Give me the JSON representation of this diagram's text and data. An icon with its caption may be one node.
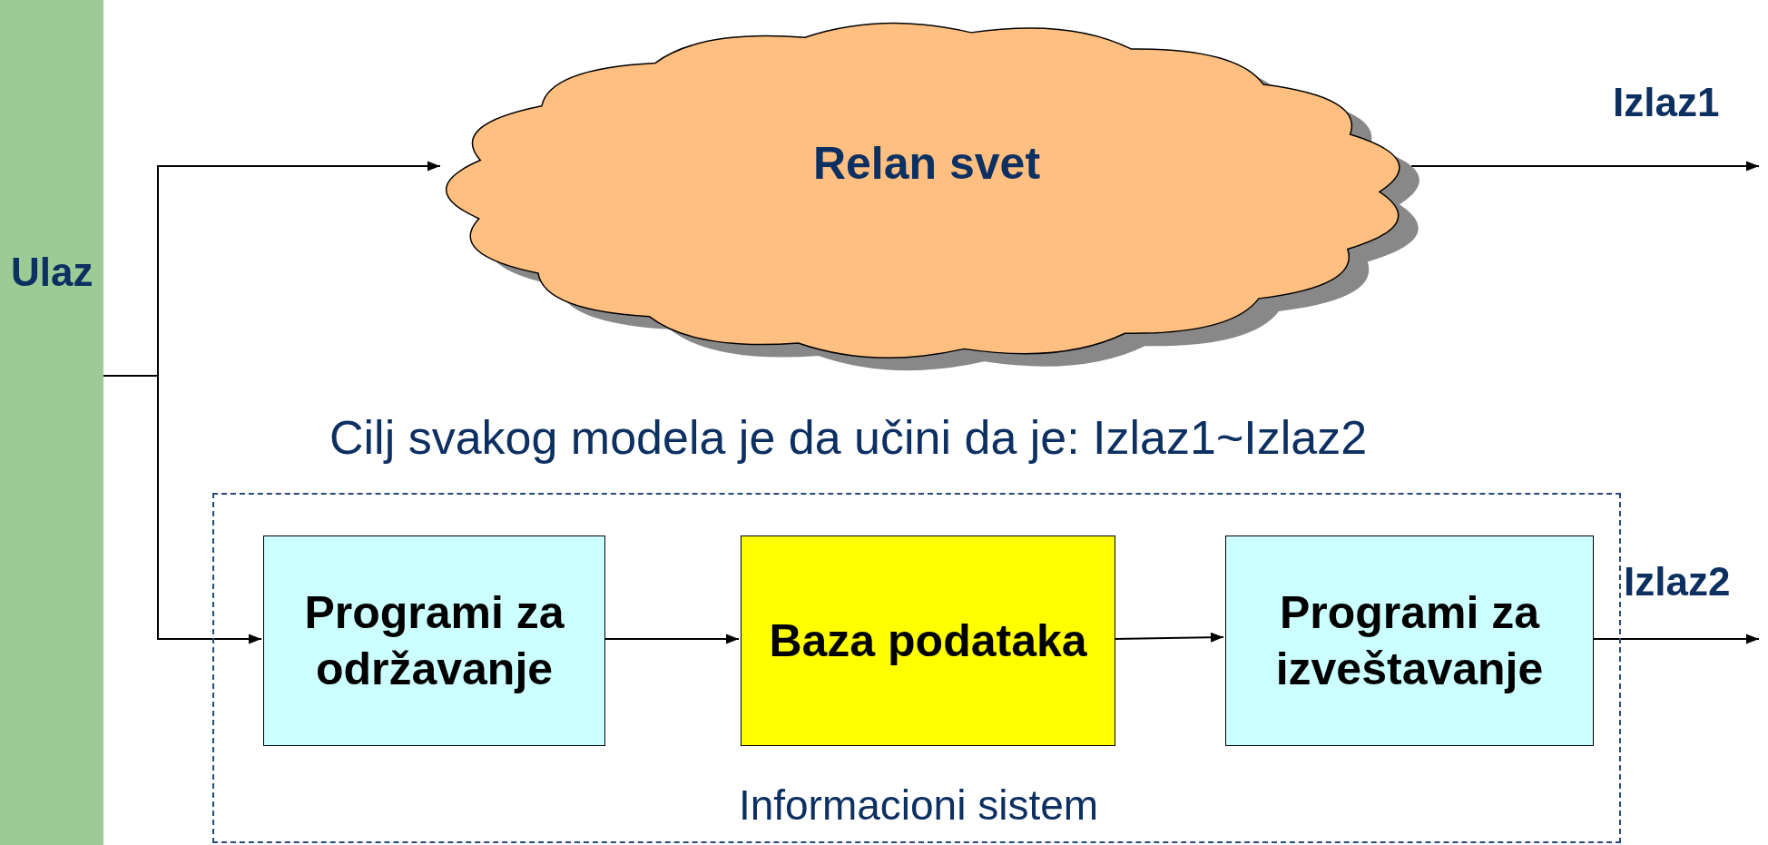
{
  "diagram": {
    "nodes": [
      {
        "text": [
          "Ulaz"
        ]
      },
      {
        "text": [
          "Relan svet"
        ]
      },
      {
        "text": [
          "Informacioni sistem"
        ]
      },
      {
        "text": [
          "Programi za održavanje"
        ],
        "in": 2
      },
      {
        "text": [
          "Baza podataka"
        ],
        "in": 2
      },
      {
        "text": [
          "Programi za izveštavanje"
        ],
        "in": 2
      }
    ],
    "edges": [
      {
        "from": 0,
        "to": 1,
        "arrow": "to"
      },
      {
        "from": 0,
        "to": 3,
        "arrow": "to"
      },
      {
        "from": 1,
        "to": null,
        "arrow": "to",
        "label": "Izlaz1"
      },
      {
        "from": 3,
        "to": 4,
        "arrow": "to"
      },
      {
        "from": 4,
        "to": 5,
        "arrow": "to"
      },
      {
        "from": 5,
        "to": null,
        "arrow": "to",
        "label": "Izlaz2"
      }
    ],
    "labels": [
      "Cilj svakog modela je da učini da je: Izlaz1~Izlaz2"
    ]
  }
}
